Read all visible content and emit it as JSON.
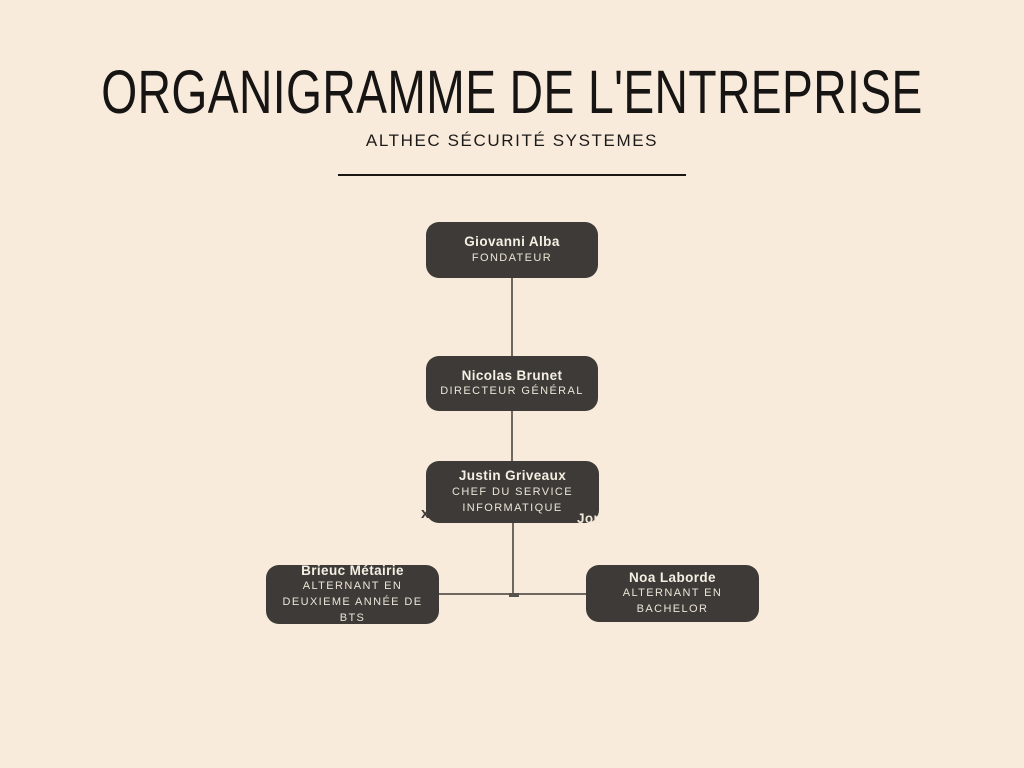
{
  "header": {
    "title": "ORGANIGRAMME DE L'ENTREPRISE",
    "subtitle": "ALTHEC SÉCURITÉ SYSTEMES"
  },
  "colors": {
    "background": "#f9ebdc",
    "node_fill": "#3d3a37",
    "node_text": "#f3ecdf",
    "connector": "#6f6860",
    "title_text": "#171513"
  },
  "chart_data": {
    "type": "org-chart",
    "nodes": [
      {
        "name": "Giovanni Alba",
        "role": "FONDATEUR",
        "reports_to": null
      },
      {
        "name": "Nicolas Brunet",
        "role": "DIRECTEUR GÉNÉRAL",
        "reports_to": "Giovanni Alba"
      },
      {
        "name": "Justin Griveaux",
        "role": "CHEF DU SERVICE\nINFORMATIQUE",
        "reports_to": "Nicolas Brunet"
      },
      {
        "name": "Brieuc Métairie",
        "role": "ALTERNANT EN\nDEUXIEME ANNÉE DE BTS",
        "reports_to": "Justin Griveaux"
      },
      {
        "name": "Noa Laborde",
        "role": "ALTERNANT EN\nBACHELOR",
        "reports_to": "Justin Griveaux"
      }
    ],
    "artifacts": {
      "left_fragment": "x",
      "right_fragment": "Jon"
    }
  }
}
